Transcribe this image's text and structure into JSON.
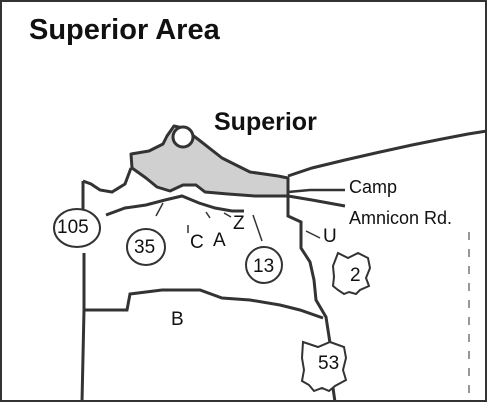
{
  "map": {
    "title": "Superior Area",
    "city": "Superior",
    "camp_label_line1": "Camp",
    "camp_label_line2": "Amnicon Rd.",
    "county_roads": {
      "c": "C",
      "a": "A",
      "z": "Z",
      "u": "U",
      "b": "B"
    },
    "state_highways": {
      "wi105": "105",
      "wi35": "35",
      "wi13": "13"
    },
    "us_highways": {
      "us2": "2",
      "us53": "53"
    },
    "colors": {
      "frame": "#333333",
      "city_fill": "#d0d0d0",
      "road": "#333333",
      "text": "#111111",
      "background": "#ffffff"
    }
  }
}
